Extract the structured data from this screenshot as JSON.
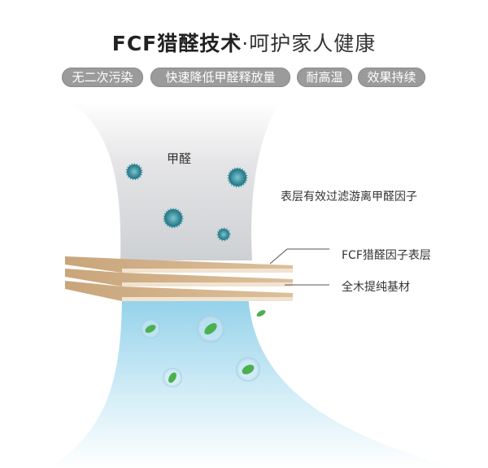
{
  "header": {
    "title_bold": "FCF猎醛技术",
    "title_sep": "·",
    "title_light": "呵护家人健康"
  },
  "tags": [
    "无二次污染",
    "快速降低甲醛释放量",
    "耐高温",
    "效果持续"
  ],
  "diagram": {
    "formaldehyde_label": "甲醛",
    "filter_caption": "表层有效过滤游离甲醛因子",
    "layer_top_label": "FCF猎醛因子表层",
    "layer_base_label": "全木提纯基材"
  },
  "colors": {
    "tag_bg": "#9b9b9b",
    "wood": "#d4b48c",
    "virus": "#2e8fa0",
    "clean_air": "#8fd0ea",
    "leaf": "#4caf50"
  }
}
